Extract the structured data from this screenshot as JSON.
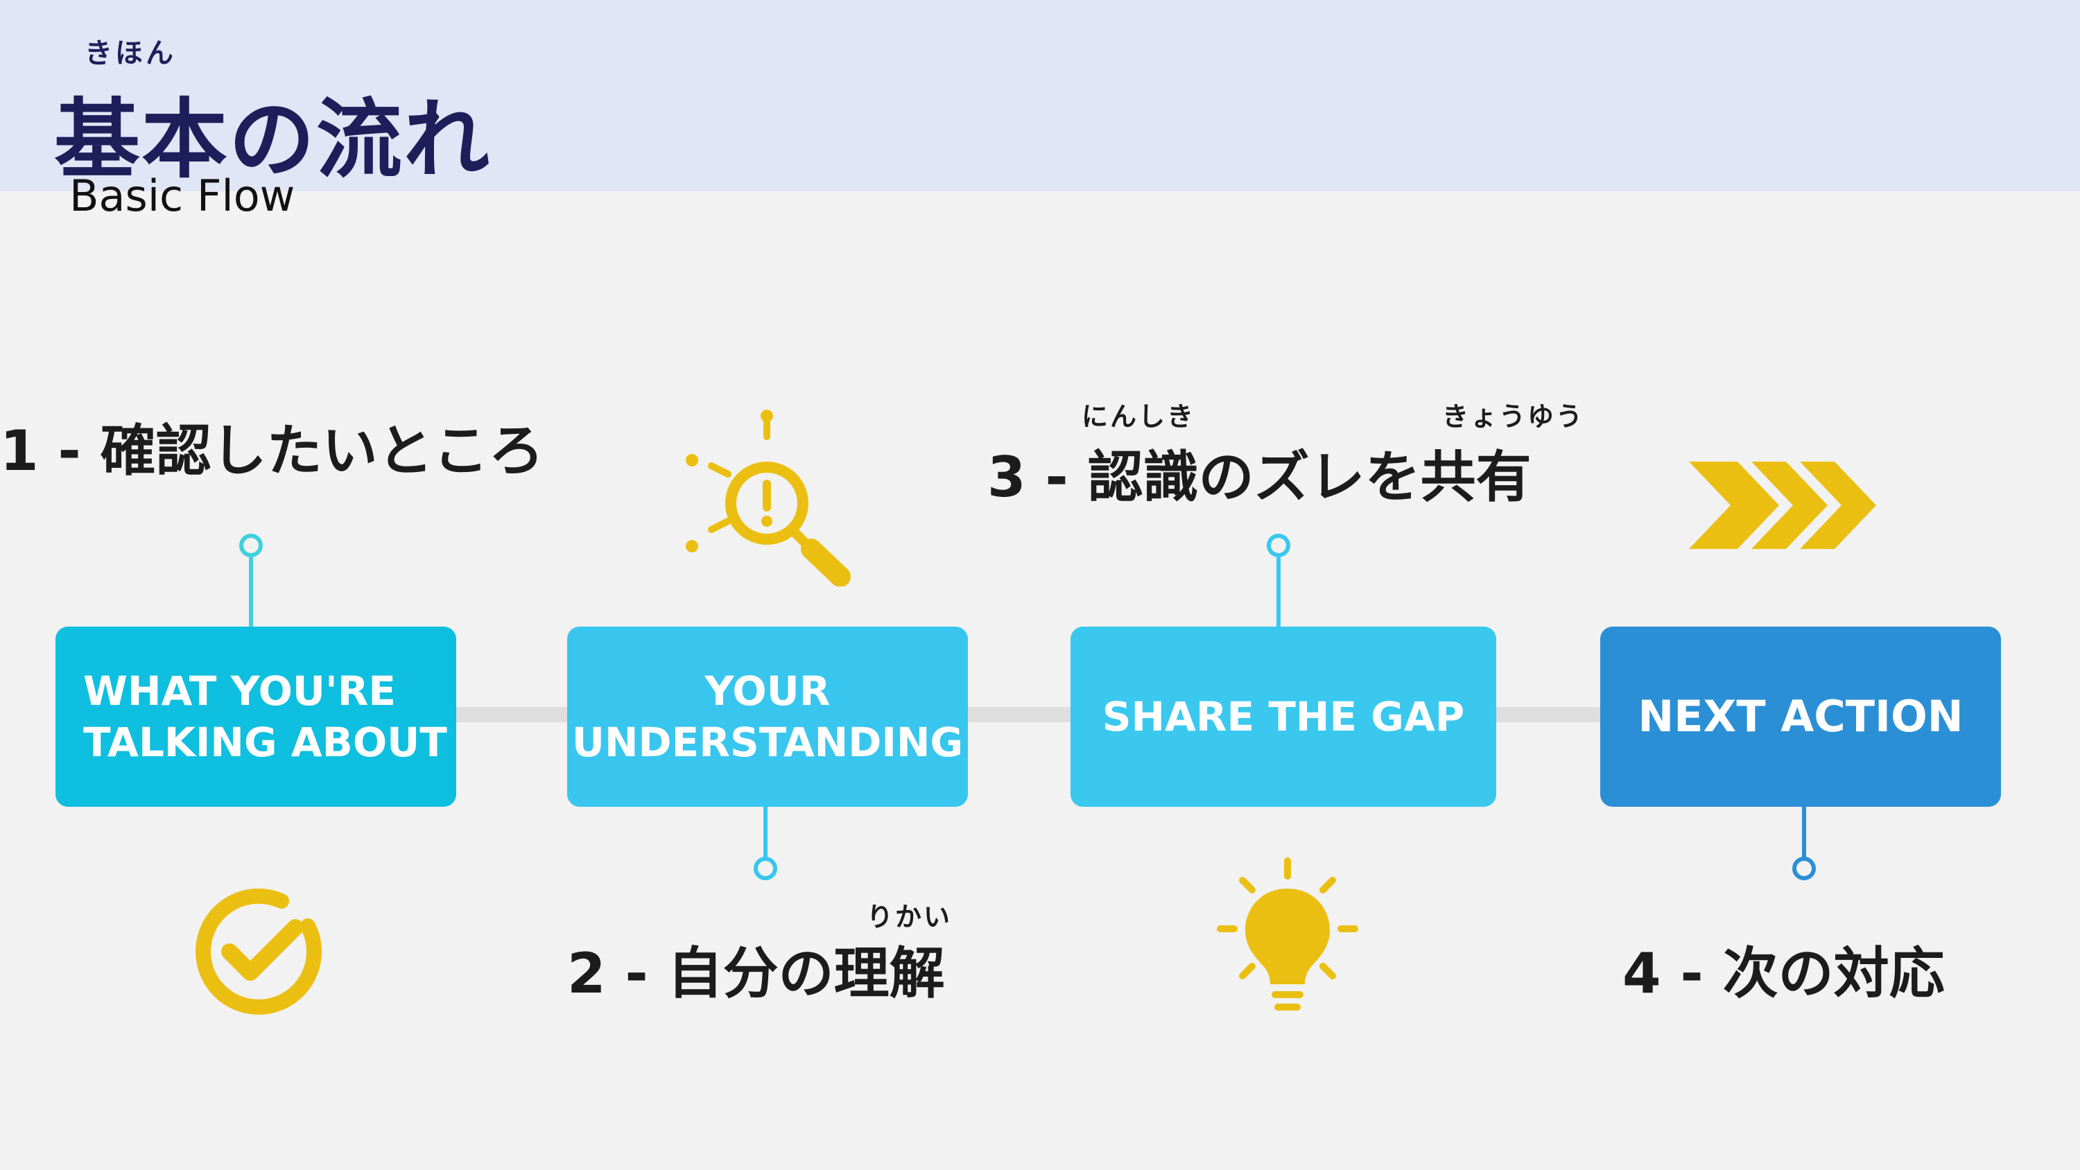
{
  "header": {
    "title_ruby": "きほん",
    "title": "基本の流れ",
    "subtitle": "Basic Flow"
  },
  "steps": [
    {
      "heading": "1 - 確認したいところ",
      "box_text": "WHAT YOU'RE\nTALKING ABOUT",
      "box_color": "#0fbfdf",
      "accent": "#3fd0dc",
      "icon": "check-circle-icon"
    },
    {
      "heading": "2 - 自分の理解",
      "ruby": "りかい",
      "box_text": "YOUR\nUNDERSTANDING",
      "box_color": "#38c6ee",
      "accent": "#38c6ee",
      "icon": "magnifier-alert-icon"
    },
    {
      "heading": "3 - 認識のズレを共有",
      "ruby_a": "にんしき",
      "ruby_b": "きょうゆう",
      "box_text": "SHARE THE GAP",
      "box_color": "#3ac8ee",
      "accent": "#3ac8ee",
      "icon": "lightbulb-icon"
    },
    {
      "heading": "4 - 次の対応",
      "box_text": "NEXT ACTION",
      "box_color": "#2b8fd6",
      "accent": "#2b8fd6",
      "icon": "chevrons-right-icon"
    }
  ],
  "colors": {
    "icon_yellow": "#ebbf12",
    "header_bg": "#e0e6f5",
    "title_navy": "#1e1e5a"
  }
}
